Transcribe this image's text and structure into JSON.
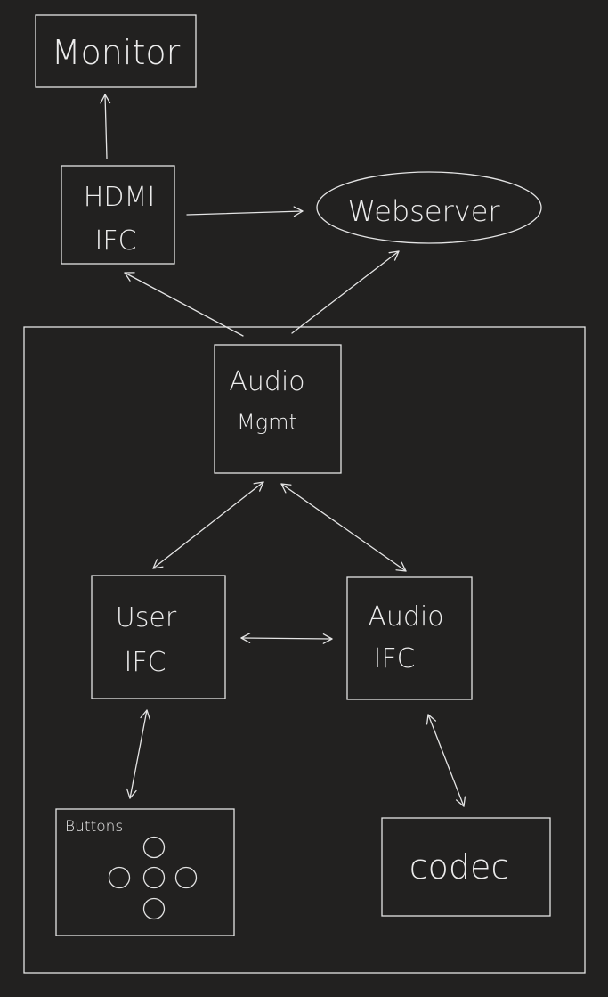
{
  "diagram": {
    "nodes": {
      "monitor": {
        "label": "Monitor"
      },
      "hdmi_ifc": {
        "lines": [
          "HDMI",
          "IFC"
        ]
      },
      "webserver": {
        "label": "Webserver"
      },
      "audio_mgmt": {
        "lines": [
          "Audio",
          "Mgmt"
        ]
      },
      "user_ifc": {
        "lines": [
          "User",
          "IFC"
        ]
      },
      "audio_ifc": {
        "lines": [
          "Audio",
          "IFC"
        ]
      },
      "buttons": {
        "label": "Buttons"
      },
      "codec": {
        "label": "codec"
      }
    },
    "edges": [
      {
        "from": "hdmi_ifc",
        "to": "monitor",
        "direction": "one-way"
      },
      {
        "from": "hdmi_ifc",
        "to": "webserver",
        "direction": "one-way"
      },
      {
        "from": "audio_mgmt",
        "to": "hdmi_ifc",
        "direction": "one-way"
      },
      {
        "from": "audio_mgmt",
        "to": "webserver",
        "direction": "one-way"
      },
      {
        "from": "audio_mgmt",
        "to": "user_ifc",
        "direction": "two-way"
      },
      {
        "from": "audio_mgmt",
        "to": "audio_ifc",
        "direction": "two-way"
      },
      {
        "from": "user_ifc",
        "to": "audio_ifc",
        "direction": "two-way"
      },
      {
        "from": "user_ifc",
        "to": "buttons",
        "direction": "two-way"
      },
      {
        "from": "audio_ifc",
        "to": "codec",
        "direction": "two-way"
      }
    ],
    "colors": {
      "background": "#222120",
      "stroke": "#e4e4e4",
      "text": "#ececec"
    }
  }
}
